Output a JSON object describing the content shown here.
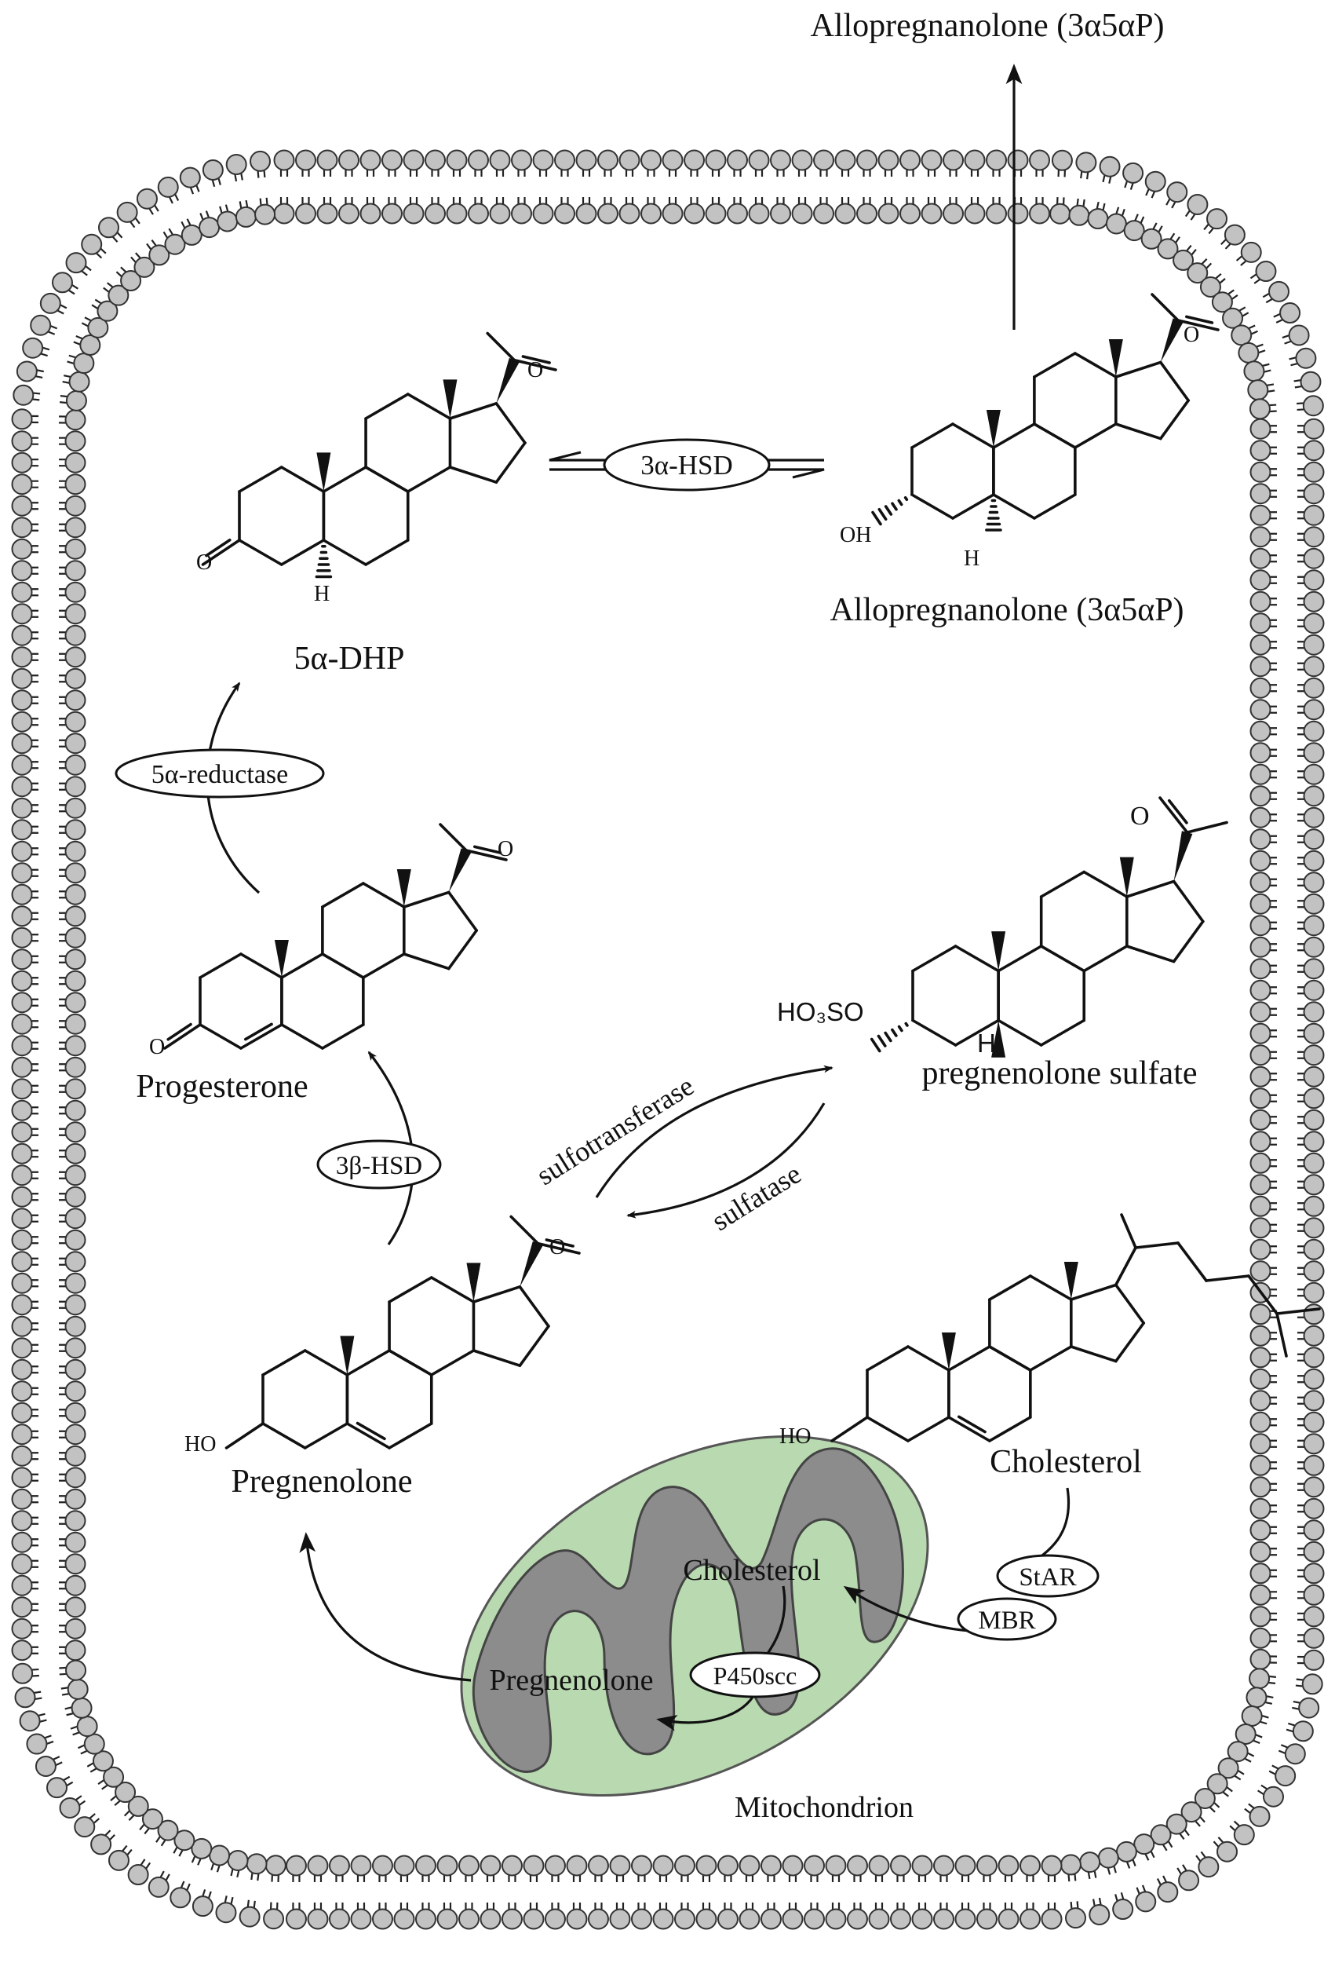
{
  "labels": {
    "allo_top": "Allopregnanolone (3α5αP)",
    "allo_mid": "Allopregnanolone (3α5αP)",
    "dhp": "5α-DHP",
    "progesterone": "Progesterone",
    "preg_sulfate": "pregnenolone sulfate",
    "pregnenolone": "Pregnenolone",
    "cholesterol": "Cholesterol",
    "mito_cholesterol": "Cholesterol",
    "mito_pregnenolone": "Pregnenolone",
    "mitochondrion": "Mitochondrion",
    "sulfotransferase": "sulfotransferase",
    "sulfatase": "sulfatase"
  },
  "enzymes": {
    "hsd3a": "3α-HSD",
    "reductase": "5α-reductase",
    "hsd3b": "3β-HSD",
    "star": "StAR",
    "mbr": "MBR",
    "p450": "P450scc"
  },
  "atoms": {
    "O": "O",
    "H": "H",
    "OH": "OH",
    "HO": "HO",
    "HO3SO": "HO₃SO"
  },
  "colors": {
    "lipid_head": "#c2c2c2",
    "mito_outer": "#b9dab0",
    "mito_inner": "#8c8c8c",
    "ink": "#111111"
  }
}
